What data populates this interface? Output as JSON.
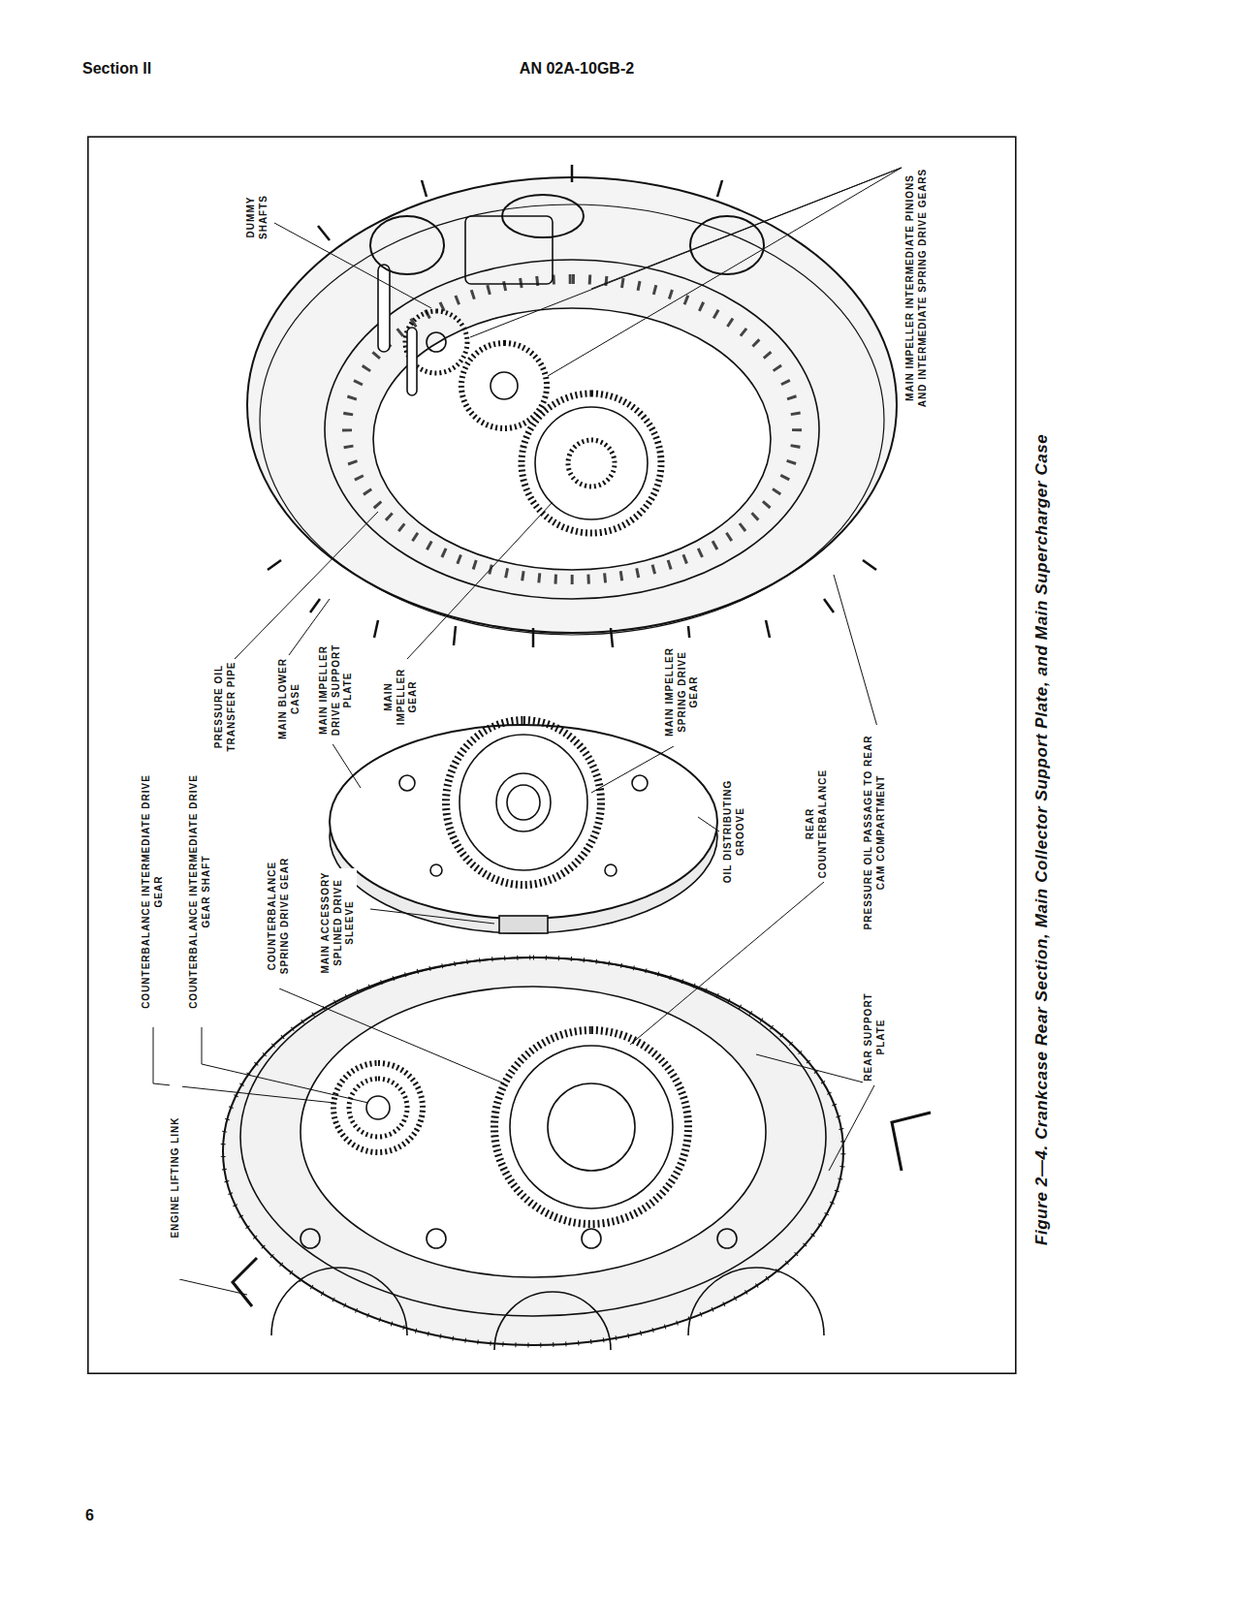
{
  "diagram": {
    "caption": "Figure 2—4. Crankcase Rear Section, Main Collector Support Plate, and Main Supercharger Case",
    "labels": [
      "Section II",
      "AN 02A-10GB-2",
      "DUMMY SHAFTS",
      "MAIN IMPELLER INTERMEDIATE PINIONS AND INTERMEDIATE SPRING DRIVE GEARS",
      "PRESSURE OIL TRANSFER PIPE",
      "MAIN BLOWER CASE",
      "MAIN IMPELLER DRIVE SUPPORT PLATE",
      "MAIN IMPELLER GEAR",
      "MAIN IMPELLER SPRING DRIVE GEAR",
      "COUNTERBALANCE INTERMEDIATE DRIVE GEAR",
      "COUNTERBALANCE INTERMEDIATE DRIVE GEAR SHAFT",
      "COUNTERBALANCE SPRING DRIVE GEAR",
      "MAIN ACCESSORY SPLINED DRIVE SLEEVE",
      "OIL DISTRIBUTING GROOVE",
      "REAR COUNTERBALANCE",
      "PRESSURE OIL PASSAGE TO REAR CAM COMPARTMENT",
      "REAR SUPPORT PLATE",
      "ENGINE LIFTING LINK",
      "6"
    ]
  }
}
